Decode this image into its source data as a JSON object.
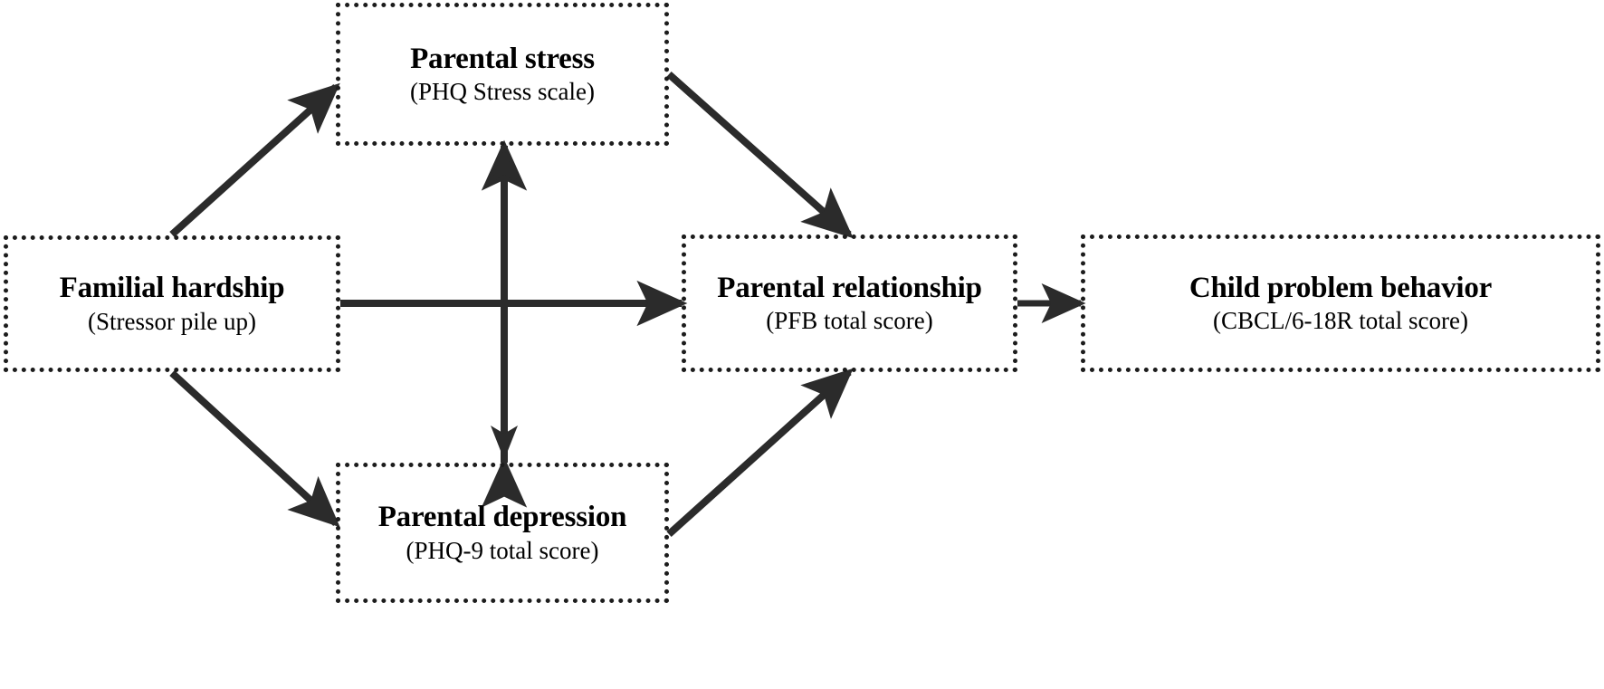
{
  "figure": {
    "type": "path-model-diagram",
    "background_color": "#ffffff",
    "line_color": "#2b2b2b",
    "box_border_color": "#1c1c1c",
    "box_border_style": "dotted"
  },
  "nodes": [
    {
      "id": "parental-stress",
      "title": "Parental stress",
      "subtitle": "(PHQ Stress scale)"
    },
    {
      "id": "familial-hardship",
      "title": "Familial hardship",
      "subtitle": "(Stressor pile up)"
    },
    {
      "id": "parental-relationship",
      "title": "Parental relationship",
      "subtitle": "(PFB total score)"
    },
    {
      "id": "child-problem-behavior",
      "title": "Child problem behavior",
      "subtitle": "(CBCL/6-18R total score)"
    },
    {
      "id": "parental-depression",
      "title": "Parental depression",
      "subtitle": "(PHQ-9 total score)"
    }
  ],
  "edges": [
    {
      "id": "hardship-to-stress",
      "from": "familial-hardship",
      "to": "parental-stress",
      "direction": "one-way",
      "label": ""
    },
    {
      "id": "hardship-to-depression",
      "from": "familial-hardship",
      "to": "parental-depression",
      "direction": "one-way",
      "label": ""
    },
    {
      "id": "hardship-to-relationship",
      "from": "familial-hardship",
      "to": "parental-relationship",
      "direction": "one-way",
      "label": ""
    },
    {
      "id": "stress-to-relationship",
      "from": "parental-stress",
      "to": "parental-relationship",
      "direction": "one-way",
      "label": ""
    },
    {
      "id": "depression-to-relationship",
      "from": "parental-depression",
      "to": "parental-relationship",
      "direction": "one-way",
      "label": ""
    },
    {
      "id": "stress-depression-bidirectional",
      "from": "parental-stress",
      "to": "parental-depression",
      "direction": "two-way",
      "label": ""
    },
    {
      "id": "relationship-to-child-behavior",
      "from": "parental-relationship",
      "to": "child-problem-behavior",
      "direction": "one-way",
      "label": ""
    }
  ]
}
